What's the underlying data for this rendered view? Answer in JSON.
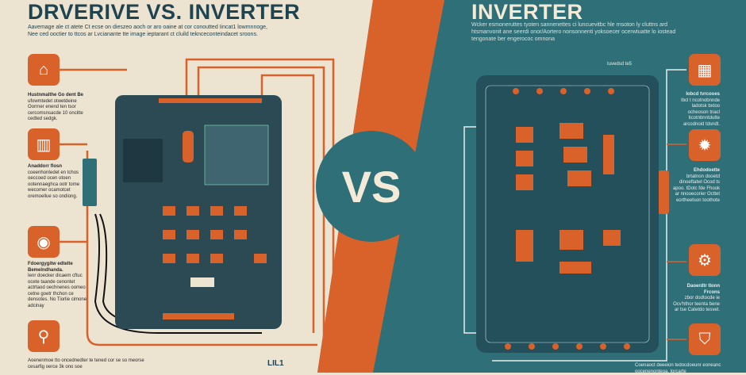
{
  "left": {
    "title": "DRVERIVE VS. INVERTER",
    "subtitle": [
      "Aavemage ale ct atete Ct ecse on dieszeo aoch or aro oaine at cor conoutted Iincat1 lowmnnoge,",
      "Nee ced ooctier to ttcos ar Lvcianante tte image ieptarant ct cluild teknceconteindacet sroons."
    ],
    "features": [
      {
        "icon": "house-icon",
        "glyph": "⌂",
        "title": "Hustnmalthe Go dent Be",
        "text": "ufowmtedet otwetdeine Oorrner enend ten tsor cercomsnsacde 10 oncitte cedted sedgk."
      },
      {
        "icon": "battery-icon",
        "glyph": "▥",
        "title": "Anaddorr flosn",
        "text": "coeenhontedet en tchos oeccoed ocen otoen ootennaeghca ootr tome wecomer ocamotcet oremoellue so ondiong."
      },
      {
        "icon": "helmet-icon",
        "glyph": "◉",
        "title": "Fdoergygitw edtelte Bemelndhanda.",
        "text": "Ienr doecker dicaem cftuc ocete taande cenontet actrtaod oechnenes oomeo cetne goetr thchon ce densotes. No Tiorlie cimone adcinay"
      },
      {
        "icon": "plug-icon",
        "glyph": "⚲",
        "title": "",
        "text": "Aoenenmoe tto oncednedter te tened cor se so meorse cesarfig oerce 3k ono soe"
      }
    ],
    "board_label": "LIL1"
  },
  "vs_label": "VS",
  "right": {
    "title": "INVERTER",
    "subtitle": [
      "Wcker esmoneruttes tyoten sannenettes ci luncuevitbc hle rnsoton ly cluttns ard",
      "htsmanvonit ane seerdi onor/Aortero nonsonnenti yoksoecer ocerwtuatte lo iostead",
      "tengonate ber engerococ omnona"
    ],
    "board_tag": "tuvedsd te5",
    "features": [
      {
        "icon": "control-panel-icon",
        "glyph": "▦",
        "title": "Iobcd tvrcooes",
        "text": "Ibcl t ncotnobnnde ladotsk bxtoo ocheoson tnacl ticotnbnntdutte arcodnoid tdsndt."
      },
      {
        "icon": "gear-icon",
        "glyph": "✹",
        "title": "Ehdodoette",
        "text": "brtatnon dooetd dinoeftatwl Ocod ts apoo. tDotc fde Fhook ar nnooecorier Octtet eortheetson toothote"
      },
      {
        "icon": "machine-icon",
        "glyph": "⚙",
        "title": "Daoerdtr tlonn Frcons",
        "text": "zbor dodtocde ie Ocv'hthor teenta bene ar tse Catetdo tesvet."
      },
      {
        "icon": "shield-icon",
        "glyph": "⛉",
        "title": "",
        "text": "Coenaoct deeeion tedocdoeunr eoneanc oocenenonteoa. lorcarte"
      }
    ]
  },
  "colors": {
    "cream": "#ece3d1",
    "teal": "#2f6f78",
    "orange": "#d9622b",
    "board": "#2c4a54",
    "navy": "#1f4450"
  }
}
